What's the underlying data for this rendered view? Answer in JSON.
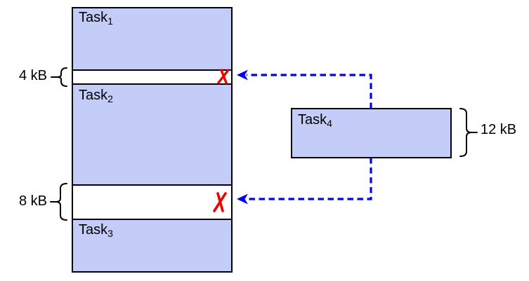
{
  "colors": {
    "segment_fill": "#c3cdf8",
    "outline": "#000000",
    "pointer_blue": "#0202f2",
    "rejected_red": "#f10000",
    "background": "#ffffff"
  },
  "memory_column": {
    "tasks": [
      {
        "base": "Task",
        "sub": "1"
      },
      {
        "base": "Task",
        "sub": "2"
      },
      {
        "base": "Task",
        "sub": "3"
      }
    ],
    "gaps": [
      {
        "size": "4 kB"
      },
      {
        "size": "8 kB"
      }
    ]
  },
  "incoming_task": {
    "base": "Task",
    "sub": "4",
    "size": "12 kB"
  }
}
